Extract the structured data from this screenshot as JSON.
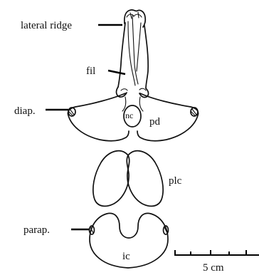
{
  "labels": {
    "lateral_ridge": "lateral ridge",
    "fil": "fil",
    "diap": "diap.",
    "nc": "nc",
    "pd": "pd",
    "plc": "plc",
    "parap": "parap.",
    "ic": "ic"
  },
  "scale_bar": {
    "label": "5 cm"
  },
  "colors": {
    "ink": "#111111",
    "background": "#ffffff"
  }
}
